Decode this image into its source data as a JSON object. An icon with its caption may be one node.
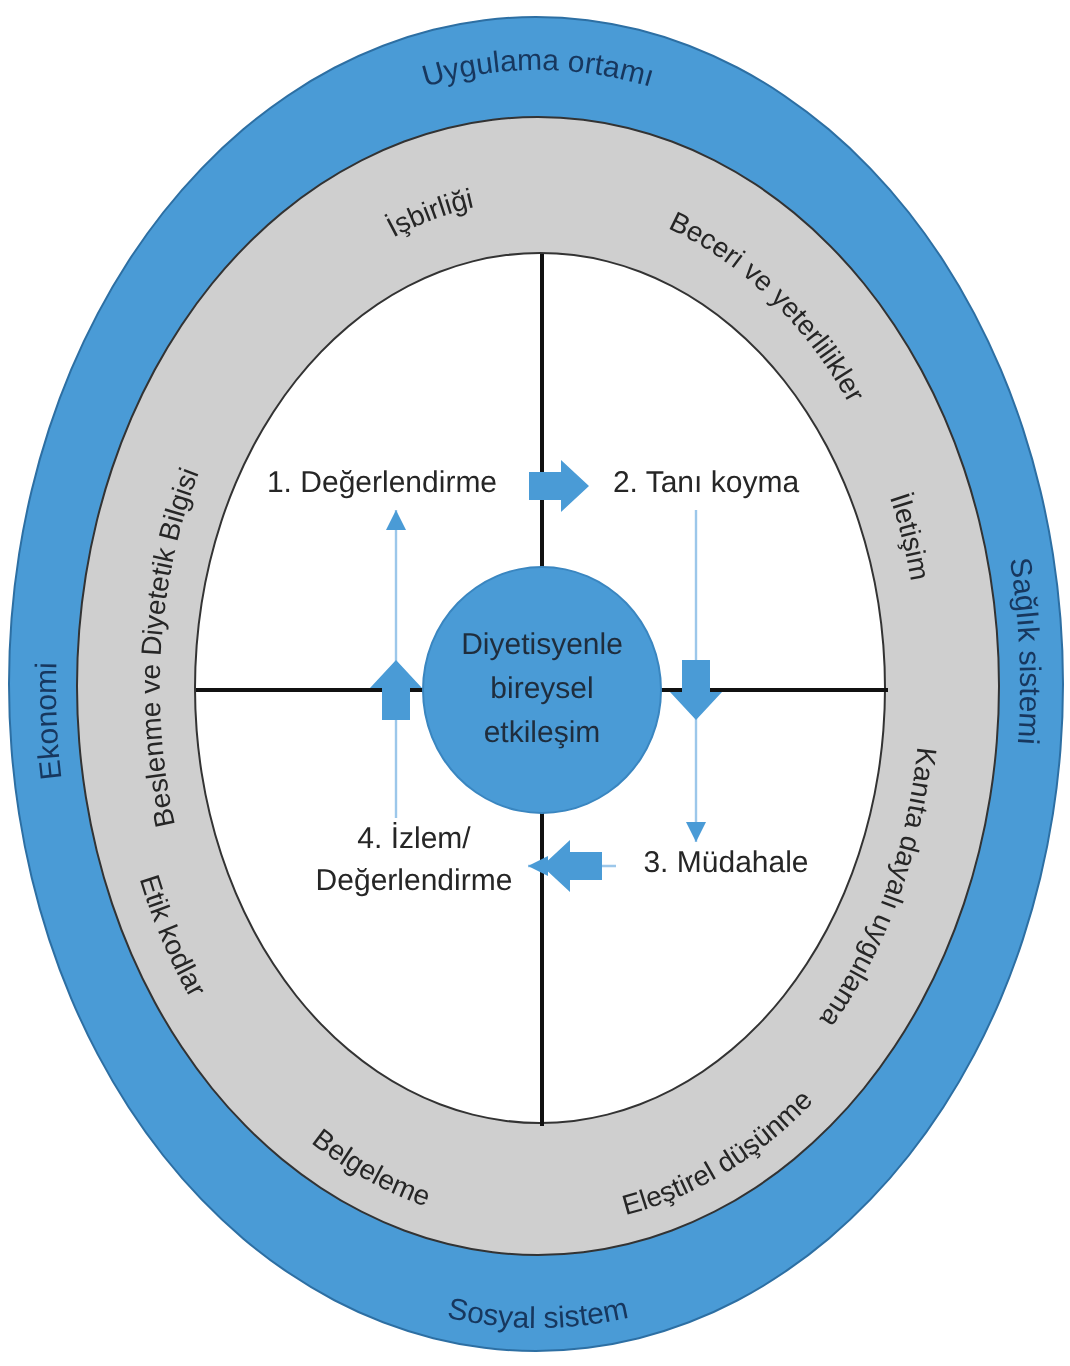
{
  "diagram": {
    "nodes": [
      {
        "text": [
          "Uygulama ortamı",
          "Sağlık sistemi",
          "Sosyal sistem",
          "Ekonomi"
        ]
      },
      {
        "text": [],
        "shape": "circle",
        "in": 0
      },
      {
        "text": [],
        "shape": "circle",
        "in": 1
      },
      {
        "text": [
          "1. Değerlendirme"
        ],
        "in": 2
      },
      {
        "text": [
          "2. Tanı koyma"
        ],
        "in": 2
      },
      {
        "text": [
          "3. Müdahale"
        ],
        "in": 2
      },
      {
        "text": [
          "4. İzlem/ Değerlendirme"
        ],
        "in": 2
      },
      {
        "text": [
          "Diyetisyenle bireysel etkileşim"
        ],
        "in": 2
      }
    ],
    "edges": [
      {
        "from": 3,
        "to": 4,
        "arrow": "to"
      },
      {
        "from": 4,
        "to": 5,
        "arrow": "to"
      },
      {
        "from": 5,
        "to": 6,
        "arrow": "to"
      },
      {
        "from": 6,
        "to": 3,
        "arrow": "to"
      }
    ],
    "labels": [
      "İşbirliği",
      "Beceri ve yeterlilikler",
      "Beslenme ve Diyetetik Bilgisi",
      "İletişim",
      "Kanıta dayalı uygulama",
      "Etik kodlar",
      "Belgeleme",
      "Eleştirel düşünme"
    ]
  }
}
